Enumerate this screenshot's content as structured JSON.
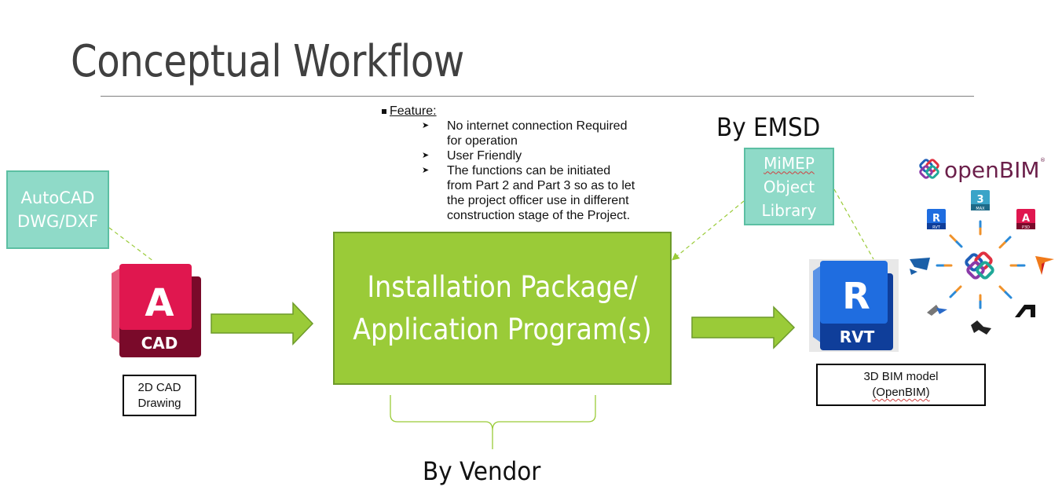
{
  "slide": {
    "title": "Conceptual Workflow"
  },
  "features": {
    "heading": "Feature:",
    "items": [
      "No internet connection Required for operation",
      "User Friendly",
      "The functions can be initiated from Part 2 and Part 3 so as to let the project officer use in different construction stage of the Project."
    ],
    "item_lines": [
      [
        "No internet connection Required",
        "for operation"
      ],
      [
        "User Friendly"
      ],
      [
        "The functions can be initiated",
        "from Part 2 and Part 3 so as to let",
        "the project officer use in different",
        "construction stage of the Project."
      ]
    ],
    "bullet_icon": "chevron-right-icon"
  },
  "source": {
    "callout_lines": [
      "AutoCAD",
      "DWG/DXF"
    ],
    "icon_letter": "A",
    "icon_caption": "CAD",
    "label_lines": [
      "2D CAD",
      "Drawing"
    ]
  },
  "process": {
    "lines": [
      "Installation Package/",
      "Application Program(s)"
    ],
    "brace_label": "By Vendor"
  },
  "library": {
    "owner_label": "By EMSD",
    "callout_lines": [
      "MiMEP",
      "Object",
      "Library"
    ]
  },
  "output": {
    "icon_letter": "R",
    "icon_caption": "RVT",
    "label_lines": [
      "3D BIM model",
      "(OpenBIM)"
    ],
    "openbim": {
      "wordmark": "openBIM",
      "registered": "®",
      "satellites": [
        {
          "letter": "R",
          "caption": "RVT",
          "name": "revit"
        },
        {
          "letter": "3",
          "caption": "MAX",
          "name": "3ds-max"
        },
        {
          "letter": "A",
          "caption": "P3D",
          "name": "plant-3d"
        },
        {
          "name": "tekla"
        },
        {
          "name": "archicad"
        },
        {
          "name": "allplan"
        },
        {
          "name": "rhino"
        },
        {
          "name": "solibri"
        }
      ]
    }
  },
  "colors": {
    "process_green": "#9acb38",
    "teal_callout": "#8fdac8",
    "autocad_red": "#e0174f",
    "revit_blue": "#1f6de0",
    "title_gray": "#404040"
  }
}
